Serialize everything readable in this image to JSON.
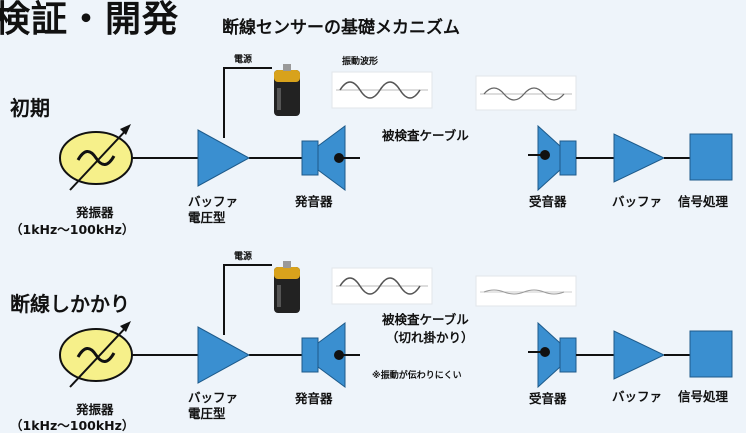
{
  "header": {
    "title_fragment": "検証・開発",
    "subtitle": "断線センサーの基礎メカニズム"
  },
  "sections": [
    {
      "heading": "初期",
      "power": "電源",
      "waveform": "振動波形",
      "cable_label": "被検査ケーブル",
      "cable_note": "",
      "vibration_note": "",
      "oscillator": "発振器",
      "oscillator_range": "（1kHz〜100kHz）",
      "buffer_left": [
        "バッファ",
        "電圧型"
      ],
      "speaker": "発音器",
      "receiver": "受音器",
      "buffer_right": "バッファ",
      "processing": "信号処理"
    },
    {
      "heading": "断線しかかり",
      "power": "電源",
      "waveform": "",
      "cable_label": "被検査ケーブル",
      "cable_note": "（切れ掛かり）",
      "vibration_note": "※振動が伝わりにくい",
      "oscillator": "発振器",
      "oscillator_range": "（1kHz〜100kHz）",
      "buffer_left": [
        "バッファ",
        "電圧型"
      ],
      "speaker": "発音器",
      "receiver": "受音器",
      "buffer_right": "バッファ",
      "processing": "信号処理"
    }
  ],
  "colors": {
    "background": "#eef4fa",
    "component_blue": "#3a8fd0",
    "oscillator_yellow": "#f6f08a",
    "line": "#111111"
  }
}
